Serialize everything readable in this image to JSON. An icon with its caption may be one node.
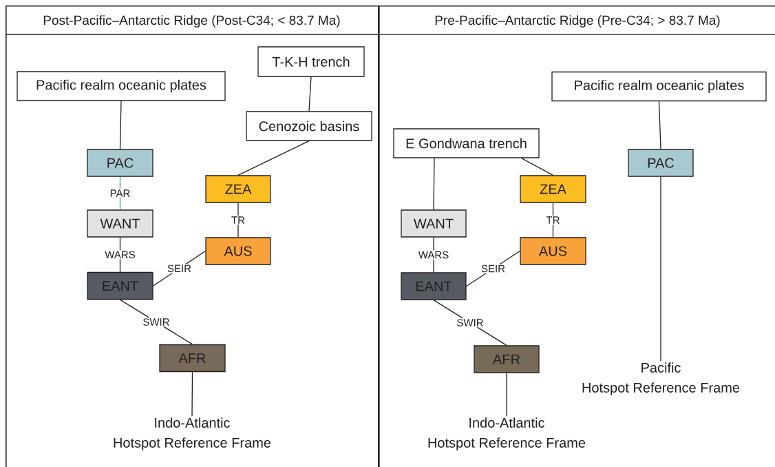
{
  "diagram": {
    "nodes": [
      {
        "text": [
          "Post-Pacific–Antarctic Ridge (Post-C34; < 83.7 Ma)"
        ]
      },
      {
        "text": [
          "T-K-H trench"
        ],
        "in": 0
      },
      {
        "text": [
          "Pacific realm oceanic plates"
        ],
        "in": 0
      },
      {
        "text": [
          "Cenozoic basins"
        ],
        "in": 0
      },
      {
        "text": [
          "PAC"
        ],
        "in": 0
      },
      {
        "text": [
          "ZEA"
        ],
        "in": 0
      },
      {
        "text": [
          "WANT"
        ],
        "in": 0
      },
      {
        "text": [
          "AUS"
        ],
        "in": 0
      },
      {
        "text": [
          "EANT"
        ],
        "in": 0
      },
      {
        "text": [
          "AFR"
        ],
        "in": 0
      },
      {
        "text": [
          "Indo-Atlantic Hotspot Reference Frame"
        ],
        "in": 0
      },
      {
        "text": [
          "Pre-Pacific–Antarctic Ridge (Pre-C34; > 83.7 Ma)"
        ]
      },
      {
        "text": [
          "Pacific realm oceanic plates"
        ],
        "in": 11
      },
      {
        "text": [
          "E Gondwana trench"
        ],
        "in": 11
      },
      {
        "text": [
          "PAC"
        ],
        "in": 11
      },
      {
        "text": [
          "ZEA"
        ],
        "in": 11
      },
      {
        "text": [
          "WANT"
        ],
        "in": 11
      },
      {
        "text": [
          "AUS"
        ],
        "in": 11
      },
      {
        "text": [
          "EANT"
        ],
        "in": 11
      },
      {
        "text": [
          "AFR"
        ],
        "in": 11
      },
      {
        "text": [
          "Pacific Hotspot Reference Frame"
        ],
        "in": 11
      },
      {
        "text": [
          "Indo-Atlantic Hotspot Reference Frame"
        ],
        "in": 11
      }
    ],
    "edges": [
      {
        "from": 2,
        "to": 4,
        "arrow": "none"
      },
      {
        "from": 1,
        "to": 3,
        "arrow": "none"
      },
      {
        "from": 3,
        "to": 5,
        "arrow": "none"
      },
      {
        "from": 4,
        "to": 6,
        "arrow": "none",
        "label": "PAR",
        "color": "#5f8f95"
      },
      {
        "from": 5,
        "to": 7,
        "arrow": "none",
        "label": "TR"
      },
      {
        "from": 6,
        "to": 8,
        "arrow": "none",
        "label": "WARS"
      },
      {
        "from": 7,
        "to": 8,
        "arrow": "none",
        "label": "SEIR"
      },
      {
        "from": 8,
        "to": 9,
        "arrow": "none",
        "label": "SWIR"
      },
      {
        "from": 9,
        "to": 10,
        "arrow": "none"
      },
      {
        "from": 12,
        "to": 14,
        "arrow": "none"
      },
      {
        "from": 14,
        "to": 20,
        "arrow": "none"
      },
      {
        "from": 13,
        "to": 16,
        "arrow": "none"
      },
      {
        "from": 13,
        "to": 15,
        "arrow": "none"
      },
      {
        "from": 15,
        "to": 17,
        "arrow": "none",
        "label": "TR"
      },
      {
        "from": 16,
        "to": 18,
        "arrow": "none",
        "label": "WARS"
      },
      {
        "from": 17,
        "to": 18,
        "arrow": "none",
        "label": "SEIR"
      },
      {
        "from": 18,
        "to": 19,
        "arrow": "none",
        "label": "SWIR"
      },
      {
        "from": 19,
        "to": 21,
        "arrow": "none"
      }
    ]
  }
}
